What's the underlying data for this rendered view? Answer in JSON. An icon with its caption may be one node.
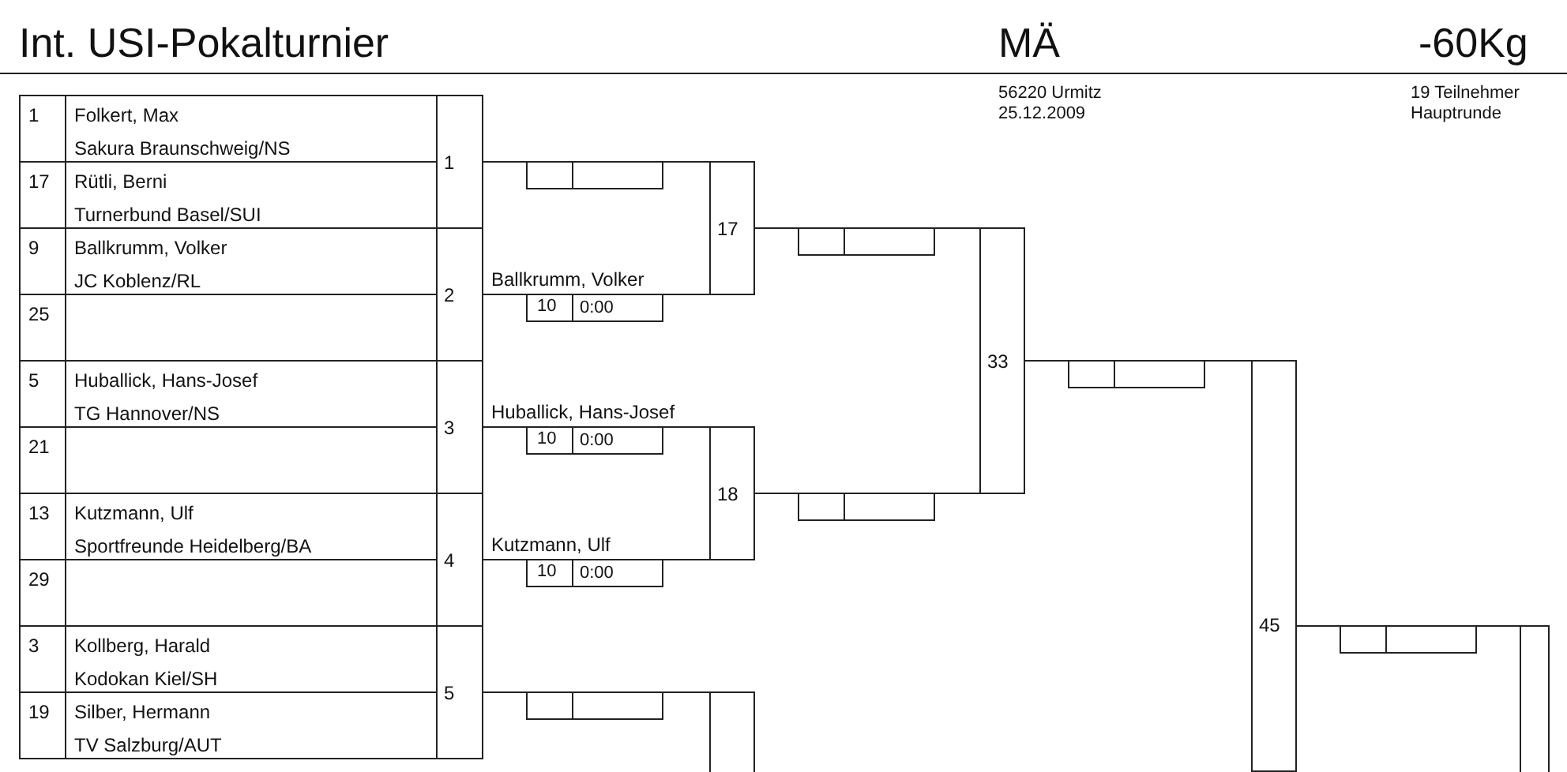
{
  "diagram": {
    "title": "Int. USI-Pokalturnier",
    "nodes": [
      {
        "text": [
          "1",
          "Folkert, Max",
          "Sakura Braunschweig/NS"
        ]
      },
      {
        "text": [
          "17",
          "Rütli, Berni",
          "Turnerbund Basel/SUI"
        ]
      },
      {
        "text": [
          "9",
          "Ballkrumm, Volker",
          "JC Koblenz/RL"
        ]
      },
      {
        "text": [
          "25"
        ]
      },
      {
        "text": [
          "5",
          "Huballick, Hans-Josef",
          "TG Hannover/NS"
        ]
      },
      {
        "text": [
          "21"
        ]
      },
      {
        "text": [
          "13",
          "Kutzmann, Ulf",
          "Sportfreunde Heidelberg/BA"
        ]
      },
      {
        "text": [
          "29"
        ]
      },
      {
        "text": [
          "3",
          "Kollberg, Harald",
          "Kodokan Kiel/SH"
        ]
      },
      {
        "text": [
          "19",
          "Silber, Hermann",
          "TV Salzburg/AUT"
        ]
      },
      {
        "text": [
          "1"
        ]
      },
      {
        "text": [
          "2"
        ]
      },
      {
        "text": [
          "3"
        ]
      },
      {
        "text": [
          "4"
        ]
      },
      {
        "text": [
          "5"
        ]
      },
      {
        "text": [
          "17"
        ]
      },
      {
        "text": [
          "18"
        ]
      },
      {
        "text": [
          "33"
        ]
      },
      {
        "text": [
          "45"
        ]
      },
      {
        "text": [],
        "shape": "box"
      },
      {
        "text": [],
        "shape": "box"
      },
      {
        "text": [],
        "shape": "box"
      },
      {
        "text": [],
        "shape": "box"
      },
      {
        "text": [
          "10",
          "0:00"
        ]
      },
      {
        "text": [],
        "shape": "box"
      },
      {
        "text": [
          "10",
          "0:00"
        ]
      },
      {
        "text": [],
        "shape": "box"
      },
      {
        "text": [
          "10",
          "0:00"
        ]
      },
      {
        "text": [],
        "shape": "box"
      },
      {
        "text": [],
        "shape": "box"
      }
    ],
    "edges": [
      {
        "from": 10,
        "to": 15,
        "arrow": "none"
      },
      {
        "from": 11,
        "to": 15,
        "arrow": "none",
        "label": "Ballkrumm, Volker"
      },
      {
        "from": 12,
        "to": 16,
        "arrow": "none",
        "label": "Huballick, Hans-Josef"
      },
      {
        "from": 13,
        "to": 16,
        "arrow": "none",
        "label": "Kutzmann, Ulf"
      },
      {
        "from": 14,
        "to": 19,
        "arrow": "none"
      },
      {
        "from": 15,
        "to": 17,
        "arrow": "none"
      },
      {
        "from": 16,
        "to": 17,
        "arrow": "none"
      },
      {
        "from": 17,
        "to": 18,
        "arrow": "none"
      },
      {
        "from": 18,
        "to": 20,
        "arrow": "none"
      }
    ],
    "labels": [
      "MÄ",
      "-60Kg",
      "56220 Urmitz",
      "25.12.2009",
      "19 Teilnehmer",
      "Hauptrunde"
    ]
  }
}
